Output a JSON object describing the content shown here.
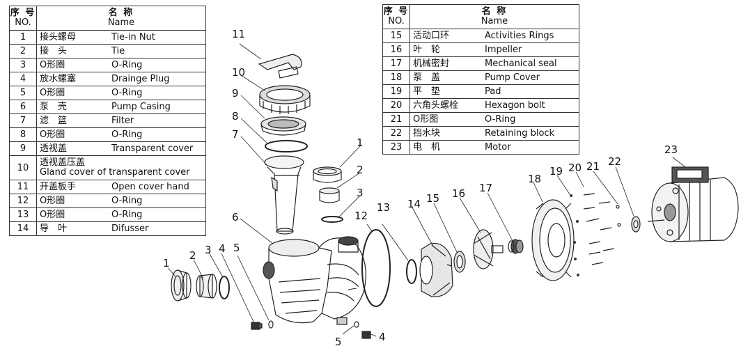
{
  "header": {
    "no_cn": "序 号",
    "no_en": "NO.",
    "name_cn": "名 称",
    "name_en": "Name"
  },
  "parts_left": [
    {
      "no": "1",
      "cn": "接头螺母",
      "en": "Tie-in Nut"
    },
    {
      "no": "2",
      "cn": "接　头",
      "en": "Tie"
    },
    {
      "no": "3",
      "cn": "O形圈",
      "en": "O-Ring"
    },
    {
      "no": "4",
      "cn": "放水螺塞",
      "en": "Drainge Plug"
    },
    {
      "no": "5",
      "cn": "O形圈",
      "en": "O-Ring"
    },
    {
      "no": "6",
      "cn": "泵　壳",
      "en": "Pump Casing"
    },
    {
      "no": "7",
      "cn": "滤　篮",
      "en": "Filter"
    },
    {
      "no": "8",
      "cn": "O形圈",
      "en": "O-Ring"
    },
    {
      "no": "9",
      "cn": "透视盖",
      "en": "Transparent cover"
    },
    {
      "no": "10",
      "cn": "透视盖压盖",
      "en": "Gland cover of transparent cover"
    },
    {
      "no": "11",
      "cn": "开盖板手",
      "en": "Open cover hand"
    },
    {
      "no": "12",
      "cn": "O形圈",
      "en": "O-Ring"
    },
    {
      "no": "13",
      "cn": "O形圈",
      "en": "O-Ring"
    },
    {
      "no": "14",
      "cn": "导　叶",
      "en": "Difusser"
    }
  ],
  "parts_right": [
    {
      "no": "15",
      "cn": "活动口环",
      "en": "Activities Rings"
    },
    {
      "no": "16",
      "cn": "叶　轮",
      "en": "Impeller"
    },
    {
      "no": "17",
      "cn": "机械密封",
      "en": "Mechanical seal"
    },
    {
      "no": "18",
      "cn": "泵　盖",
      "en": "Pump Cover"
    },
    {
      "no": "19",
      "cn": "平　垫",
      "en": "Pad"
    },
    {
      "no": "20",
      "cn": "六角头螺栓",
      "en": "Hexagon bolt"
    },
    {
      "no": "21",
      "cn": "O形图",
      "en": "O-Ring"
    },
    {
      "no": "22",
      "cn": "挡水块",
      "en": "Retaining block"
    },
    {
      "no": "23",
      "cn": "电　机",
      "en": "Motor"
    }
  ],
  "callouts": [
    "1",
    "2",
    "3",
    "4",
    "5",
    "6",
    "7",
    "8",
    "9",
    "10",
    "11",
    "12",
    "13",
    "14",
    "15",
    "16",
    "17",
    "18",
    "19",
    "20",
    "21",
    "22",
    "23"
  ]
}
